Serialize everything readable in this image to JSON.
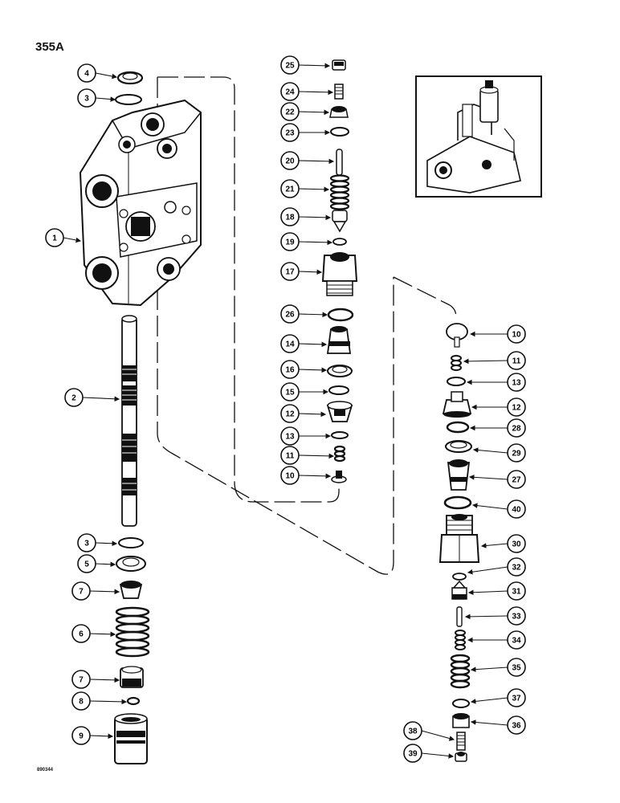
{
  "page": {
    "title": "355A",
    "footer_code": "890344"
  },
  "callouts": {
    "left_column": [
      "4",
      "3",
      "1",
      "2",
      "3",
      "5",
      "7",
      "6",
      "7",
      "8",
      "9"
    ],
    "center_column": [
      "25",
      "24",
      "22",
      "23",
      "20",
      "21",
      "18",
      "19",
      "17",
      "26",
      "14",
      "16",
      "15",
      "12",
      "13",
      "11",
      "10"
    ],
    "right_column": [
      "10",
      "11",
      "13",
      "12",
      "28",
      "29",
      "27",
      "40",
      "30",
      "32",
      "31",
      "33",
      "34",
      "35",
      "37",
      "36",
      "38",
      "39"
    ]
  },
  "inset": {
    "description_icon": "valve-section-inset"
  }
}
